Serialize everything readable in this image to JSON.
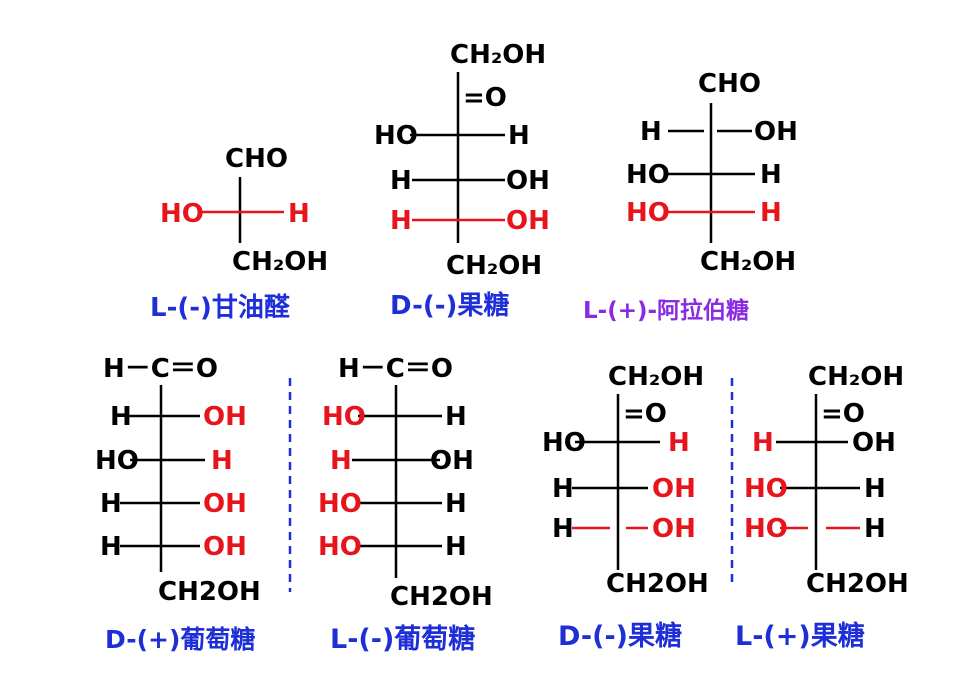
{
  "colors": {
    "black": "#000000",
    "red": "#e8141c",
    "blue": "#1f2fd8",
    "purple": "#8a2be2"
  },
  "top": {
    "glyceraldehyde": {
      "top": "CHO",
      "row_left": "HO",
      "row_right": "H",
      "bottom": "CH₂OH",
      "caption": "L-(-)甘油醛"
    },
    "fructose_d": {
      "top": "CH₂OH",
      "keto": "=O",
      "rows": [
        {
          "left": "HO",
          "right": "H"
        },
        {
          "left": "H",
          "right": "OH"
        },
        {
          "left": "H",
          "right": "OH"
        }
      ],
      "bottom": "CH₂OH",
      "caption": "D-(-)果糖"
    },
    "arabinose": {
      "top": "CHO",
      "rows": [
        {
          "left": "H",
          "right": "OH"
        },
        {
          "left": "HO",
          "right": "H"
        },
        {
          "left": "HO",
          "right": "H"
        }
      ],
      "bottom": "CH₂OH",
      "caption": "L-(+)-阿拉伯糖"
    }
  },
  "bottom": {
    "d_glucose": {
      "top": "H－C＝O",
      "rows": [
        {
          "left": "H",
          "right": "OH"
        },
        {
          "left": "HO",
          "right": "H"
        },
        {
          "left": "H",
          "right": "OH"
        },
        {
          "left": "H",
          "right": "OH"
        }
      ],
      "bottom": "CH2OH",
      "caption": "D-(+)葡萄糖"
    },
    "l_glucose": {
      "top": "H－C＝O",
      "rows": [
        {
          "left": "HO",
          "right": "H"
        },
        {
          "left": "H",
          "right": "OH"
        },
        {
          "left": "HO",
          "right": "H"
        },
        {
          "left": "HO",
          "right": "H"
        }
      ],
      "bottom": "CH2OH",
      "caption": "L-(-)葡萄糖"
    },
    "d_fructose": {
      "top": "CH₂OH",
      "keto": "=O",
      "rows": [
        {
          "left": "HO",
          "right": "H"
        },
        {
          "left": "H",
          "right": "OH"
        },
        {
          "left": "H",
          "right": "OH"
        }
      ],
      "bottom": "CH2OH",
      "caption": "D-(-)果糖"
    },
    "l_fructose": {
      "top": "CH₂OH",
      "keto": "=O",
      "rows": [
        {
          "left": "H",
          "right": "OH"
        },
        {
          "left": "HO",
          "right": "H"
        },
        {
          "left": "HO",
          "right": "H"
        }
      ],
      "bottom": "CH2OH",
      "caption": "L-(+)果糖"
    }
  }
}
